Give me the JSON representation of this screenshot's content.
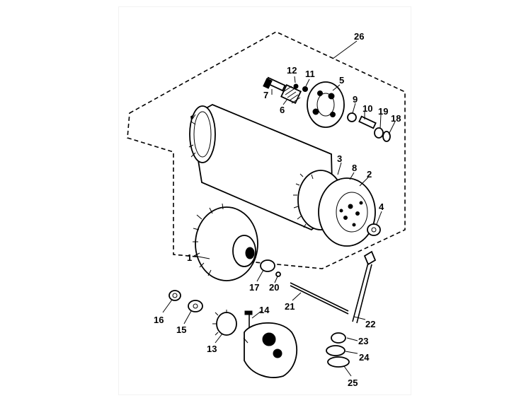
{
  "diagram": {
    "callouts": [
      "26",
      "12",
      "11",
      "5",
      "7",
      "6",
      "9",
      "10",
      "19",
      "18",
      "3",
      "8",
      "2",
      "4",
      "1",
      "17",
      "20",
      "21",
      "14",
      "22",
      "16",
      "15",
      "13",
      "23",
      "24",
      "25"
    ]
  }
}
